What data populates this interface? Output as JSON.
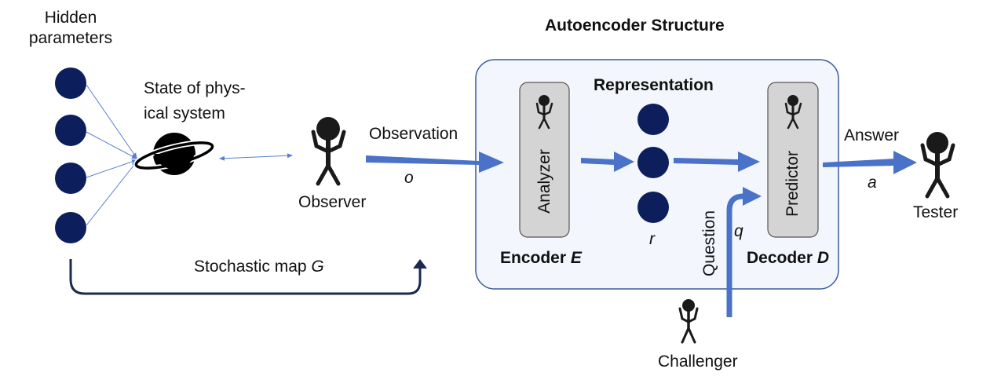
{
  "title": "Autoencoder Structure",
  "hidden_parameters": {
    "line1": "Hidden",
    "line2": "parameters"
  },
  "state": {
    "line1": "State of phys-",
    "line2": "ical system"
  },
  "observer": "Observer",
  "observation": {
    "label": "Observation",
    "symbol": "o"
  },
  "encoder": {
    "box_label": "Analyzer",
    "word": "Encoder",
    "symbol": "E"
  },
  "representation": {
    "label": "Representation",
    "symbol": "r"
  },
  "decoder": {
    "box_label": "Predictor",
    "word": "Decoder",
    "symbol": "D"
  },
  "question": {
    "label": "Question",
    "symbol": "q"
  },
  "challenger": "Challenger",
  "answer": {
    "label": "Answer",
    "symbol": "a"
  },
  "tester": "Tester",
  "stochastic_map": {
    "text": "Stochastic map",
    "symbol": "G"
  },
  "colors": {
    "node": "#0c1f5c",
    "arrow": "#4a72c8",
    "thin_arrow": "#5a7fd0",
    "box_fill": "#f3f6fc",
    "box_border": "#3a5a9c",
    "inner_box": "#d4d4d4",
    "dark_line": "#1b2a4e",
    "figure": "#1a1a1a"
  }
}
